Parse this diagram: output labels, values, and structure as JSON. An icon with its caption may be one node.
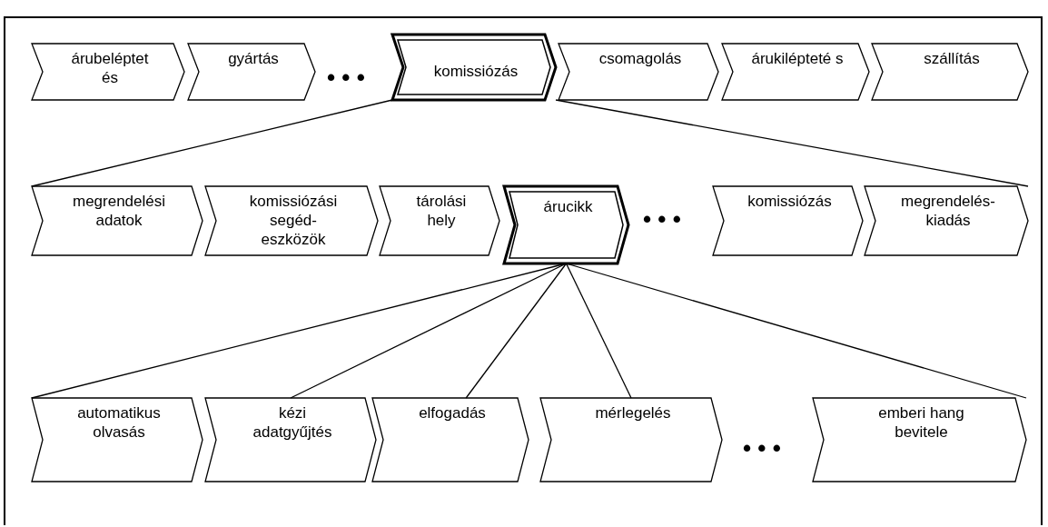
{
  "diagram": {
    "nodes": [
      {
        "text": [
          "árubeléptet és"
        ]
      },
      {
        "text": [
          "gyártás"
        ]
      },
      {
        "text": [
          "komissiózás"
        ]
      },
      {
        "text": [
          "csomagolás"
        ]
      },
      {
        "text": [
          "árukilépteté s"
        ]
      },
      {
        "text": [
          "szállítás"
        ]
      },
      {
        "text": [
          "megrendelési adatok"
        ]
      },
      {
        "text": [
          "komissiózási segéd- eszközök"
        ]
      },
      {
        "text": [
          "tárolási hely"
        ]
      },
      {
        "text": [
          "árucikk"
        ]
      },
      {
        "text": [
          "komissiózás"
        ]
      },
      {
        "text": [
          "megrendelés- kiadás"
        ]
      },
      {
        "text": [
          "automatikus olvasás"
        ]
      },
      {
        "text": [
          "kézi adatgyűjtés"
        ]
      },
      {
        "text": [
          "elfogadás"
        ]
      },
      {
        "text": [
          "mérlegelés"
        ]
      },
      {
        "text": [
          "emberi hang bevitele"
        ]
      }
    ],
    "edges": [
      {
        "from": 2,
        "to": 6,
        "arrow": "none"
      },
      {
        "from": 2,
        "to": 11,
        "arrow": "none"
      },
      {
        "from": 9,
        "to": 12,
        "arrow": "none"
      },
      {
        "from": 9,
        "to": 13,
        "arrow": "none"
      },
      {
        "from": 9,
        "to": 14,
        "arrow": "none"
      },
      {
        "from": 9,
        "to": 15,
        "arrow": "none"
      },
      {
        "from": 9,
        "to": 16,
        "arrow": "none"
      }
    ],
    "labels": [
      "• • •",
      "• • •",
      "• • •"
    ]
  }
}
